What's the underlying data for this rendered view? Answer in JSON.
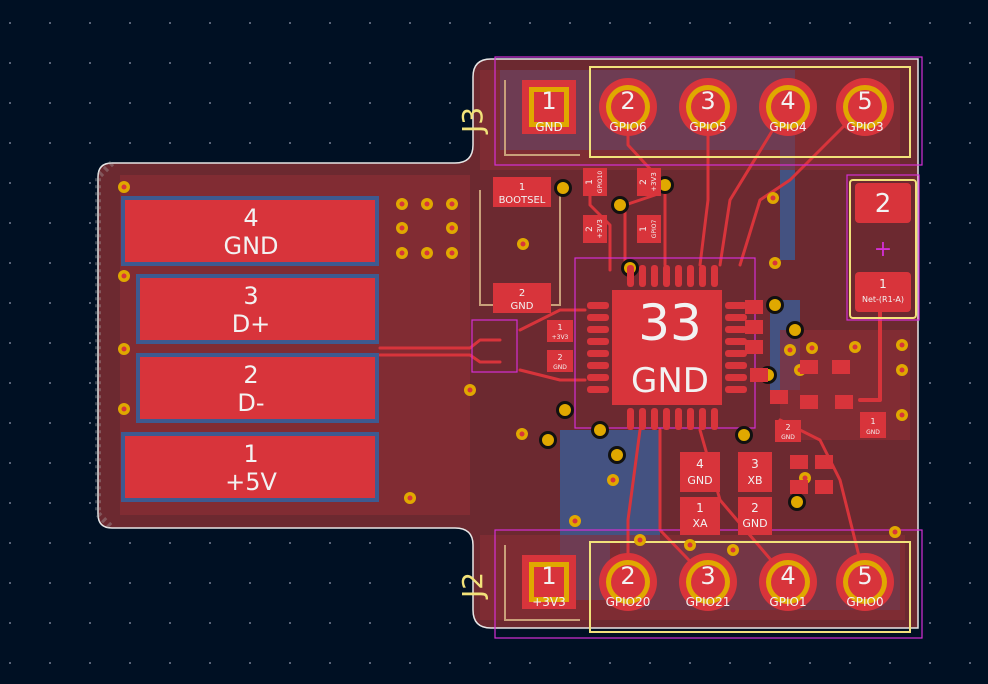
{
  "colors": {
    "background": "#001023",
    "board_fill": "#7a2a30",
    "copper_pad": "#d8343b",
    "copper_trace": "#d8343b",
    "back_copper": "#3f5f9a",
    "silkscreen": "#f2e27a",
    "courtyard": "#d42fd4",
    "outline": "#e6e6e6",
    "drill": "#e0a800"
  },
  "usb_pads": [
    {
      "number": "4",
      "net": "GND"
    },
    {
      "number": "3",
      "net": "D+"
    },
    {
      "number": "2",
      "net": "D-"
    },
    {
      "number": "1",
      "net": "+5V"
    }
  ],
  "headers": {
    "j3": {
      "ref": "J3",
      "pins": [
        {
          "number": "1",
          "net": "GND"
        },
        {
          "number": "2",
          "net": "GPIO6"
        },
        {
          "number": "3",
          "net": "GPIO5"
        },
        {
          "number": "4",
          "net": "GPIO4"
        },
        {
          "number": "5",
          "net": "GPIO3"
        }
      ]
    },
    "j2": {
      "ref": "J2",
      "pins": [
        {
          "number": "1",
          "net": "+3V3"
        },
        {
          "number": "2",
          "net": "GPIO20"
        },
        {
          "number": "3",
          "net": "GPIO21"
        },
        {
          "number": "4",
          "net": "GPIO1"
        },
        {
          "number": "5",
          "net": "GPIO0"
        }
      ]
    }
  },
  "bootsel": {
    "pin1": {
      "number": "1",
      "net": "BOOTSEL"
    },
    "pin2": {
      "number": "2",
      "net": "GND"
    }
  },
  "small_parts": {
    "c_top_a": [
      {
        "number": "1",
        "net": "GPIO10"
      },
      {
        "number": "2",
        "net": "+3V3"
      }
    ],
    "c_top_b": [
      {
        "number": "2",
        "net": "+3V3"
      },
      {
        "number": "1",
        "net": "GPIO7"
      }
    ],
    "c_left": [
      {
        "number": "1",
        "net": "+3V3"
      },
      {
        "number": "2",
        "net": "GND"
      }
    ],
    "c_right": [
      {
        "number": "1",
        "net": "GND"
      }
    ],
    "c_bottom": [
      {
        "number": "2",
        "net": "GND"
      }
    ]
  },
  "mcu": {
    "pad_number": "33",
    "pad_net": "GND"
  },
  "crystal": [
    {
      "number": "4",
      "net": "GND"
    },
    {
      "number": "3",
      "net": "XB"
    },
    {
      "number": "1",
      "net": "XA"
    },
    {
      "number": "2",
      "net": "GND"
    }
  ],
  "led": {
    "pad2": {
      "number": "2"
    },
    "plus": "+",
    "pad1": {
      "number": "1",
      "net": "Net-(R1-A)"
    }
  }
}
